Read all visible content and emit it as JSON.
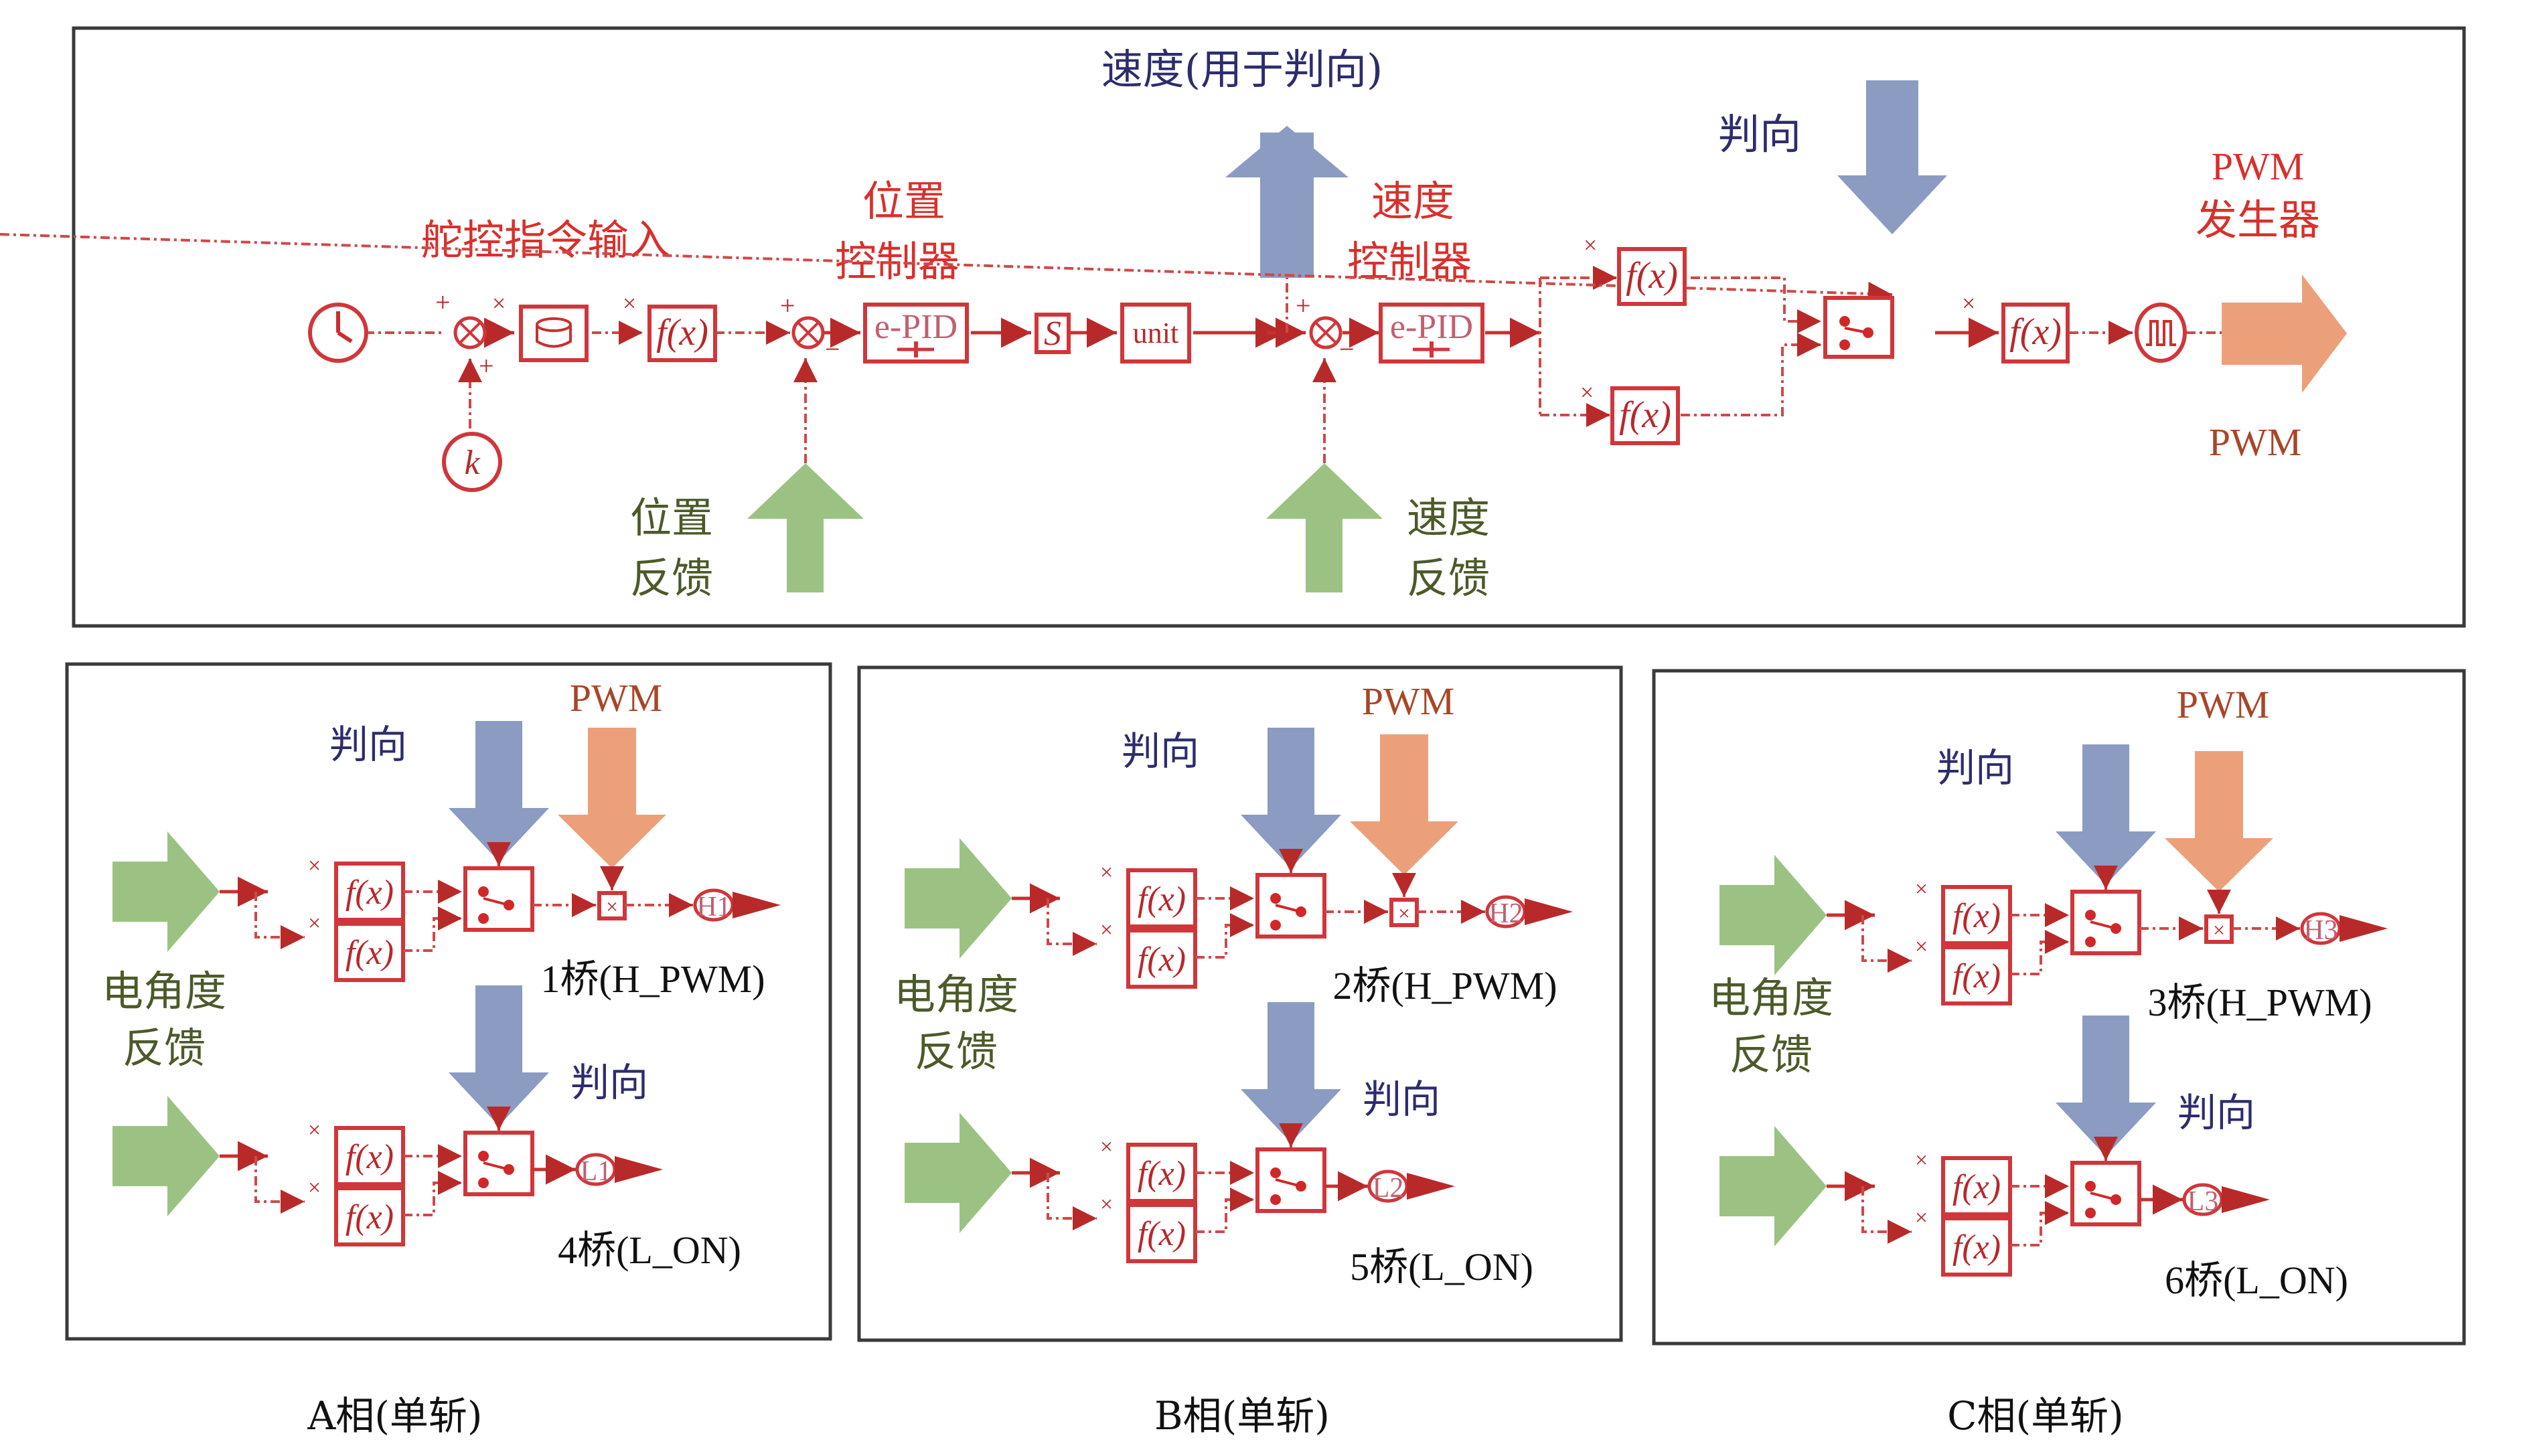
{
  "top_panel": {
    "labels": {
      "command_input": "舵控指令输入",
      "position_controller_l1": "位置",
      "position_controller_l2": "控制器",
      "speed_controller_l1": "速度",
      "speed_controller_l2": "控制器",
      "speed_for_direction": "速度(用于判向)",
      "direction": "判向",
      "pwm_generator_l1": "PWM",
      "pwm_generator_l2": "发生器",
      "pwm_out": "PWM",
      "position_feedback_l1": "位置",
      "position_feedback_l2": "反馈",
      "speed_feedback_l1": "速度",
      "speed_feedback_l2": "反馈"
    },
    "blocks": {
      "constant": "k",
      "pid": "e-PID",
      "integrator": "S",
      "unit": "unit",
      "function": "f(x)",
      "plus": "+",
      "minus": "−",
      "times": "×"
    }
  },
  "phases": [
    {
      "id": "A",
      "caption": "A相(单斩)",
      "feedback_l1": "电角度",
      "feedback_l2": "反馈",
      "direction_high": "判向",
      "direction_low": "判向",
      "pwm": "PWM",
      "high_output": "H1",
      "low_output": "L1",
      "high_bridge": "1桥(H_PWM)",
      "low_bridge": "4桥(L_ON)"
    },
    {
      "id": "B",
      "caption": "B相(单斩)",
      "feedback_l1": "电角度",
      "feedback_l2": "反馈",
      "direction_high": "判向",
      "direction_low": "判向",
      "pwm": "PWM",
      "high_output": "H2",
      "low_output": "L2",
      "high_bridge": "2桥(H_PWM)",
      "low_bridge": "5桥(L_ON)"
    },
    {
      "id": "C",
      "caption": "C相(单斩)",
      "feedback_l1": "电角度",
      "feedback_l2": "反馈",
      "direction_high": "判向",
      "direction_low": "判向",
      "pwm": "PWM",
      "high_output": "H3",
      "low_output": "L3",
      "high_bridge": "3桥(H_PWM)",
      "low_bridge": "6桥(L_ON)"
    }
  ],
  "colors": {
    "block_red": "#d0363a",
    "feedback_green": "#9cc283",
    "direction_blue": "#8b9bc2",
    "pwm_orange": "#eba07a"
  }
}
